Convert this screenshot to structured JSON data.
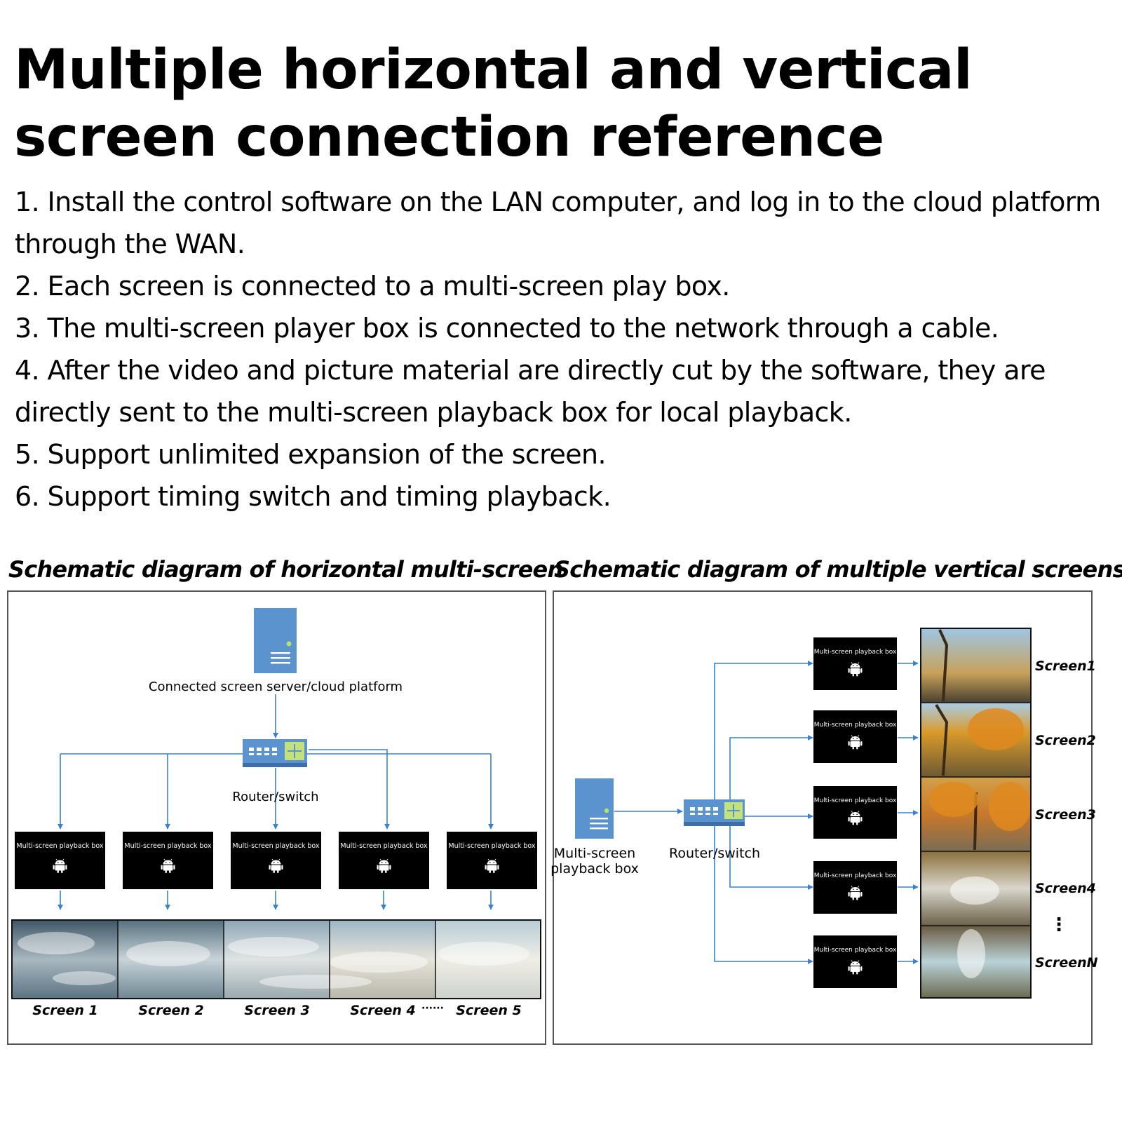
{
  "title": "Multiple horizontal and vertical screen connection reference",
  "steps": [
    "1. Install the control software on the LAN computer, and log in to the cloud platform through the WAN.",
    "2. Each screen is connected to a multi-screen play box.",
    "3. The multi-screen player box is connected to the network through a cable.",
    "4. After the video and picture material are directly cut by the software, they are directly sent to the multi-screen playback box for local playback.",
    "5. Support unlimited expansion of the screen.",
    "6. Support timing switch and timing playback."
  ],
  "horizontal": {
    "caption": "Schematic diagram of horizontal multi-screen",
    "server_label": "Connected screen server/cloud platform",
    "router_label": "Router/switch",
    "box_label": "Multi-screen playback box",
    "screens": [
      "Screen 1",
      "Screen 2",
      "Screen 3",
      "Screen 4",
      "Screen 5"
    ],
    "ellipsis": "······"
  },
  "vertical": {
    "caption": "Schematic diagram of multiple vertical screens",
    "server_label_1": "Multi-screen",
    "server_label_2": "playback box",
    "router_label": "Router/switch",
    "box_label": "Multi-screen playback box",
    "screens": [
      "Screen1",
      "Screen2",
      "Screen3",
      "Screen4",
      "ScreenN"
    ],
    "ellipsis": "⋮"
  },
  "colors": {
    "line": "#3a7fd0",
    "server": "#5b93cf",
    "box": "#000000",
    "router": "#5b93cf"
  }
}
